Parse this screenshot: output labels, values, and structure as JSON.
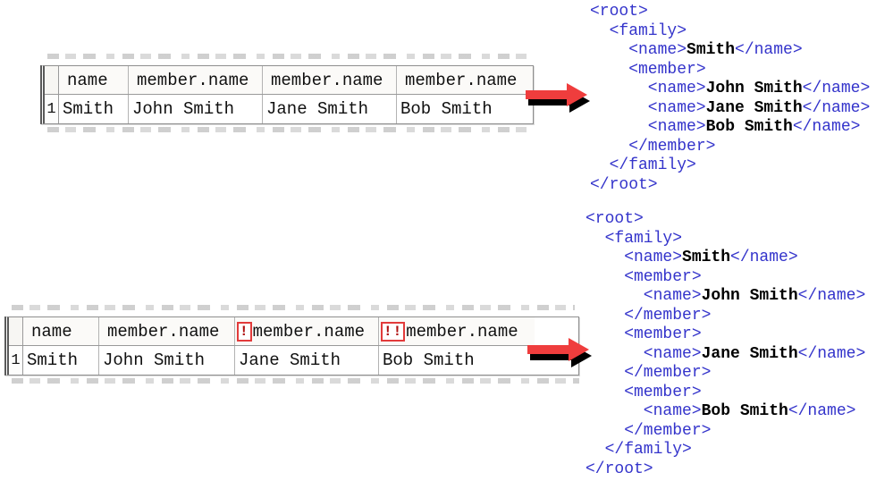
{
  "colors": {
    "xml_tag": "#3434cb",
    "xml_value": "#000000",
    "flag_border": "#e23b3b",
    "flag_text": "#b01111",
    "arrow_red": "#ef3d3d",
    "arrow_shadow": "#000000"
  },
  "icons": {
    "flag_single": "!",
    "flag_double": "!!"
  },
  "tables": {
    "top": {
      "row_number": "1",
      "columns": [
        {
          "label": "name",
          "flag": "",
          "width": 78
        },
        {
          "label": "member.name",
          "flag": "",
          "width": 150
        },
        {
          "label": "member.name",
          "flag": "",
          "width": 150
        },
        {
          "label": "member.name",
          "flag": "",
          "width": 152
        }
      ],
      "cells": [
        "Smith",
        "John Smith",
        "Jane Smith",
        "Bob Smith"
      ]
    },
    "bottom": {
      "row_number": "1",
      "columns": [
        {
          "label": "name",
          "flag": "",
          "width": 85
        },
        {
          "label": "member.name",
          "flag": "",
          "width": 152
        },
        {
          "label": "member.name",
          "flag": "!",
          "width": 161
        },
        {
          "label": "member.name",
          "flag": "!!",
          "width": 174
        }
      ],
      "cells": [
        "Smith",
        "John Smith",
        "Jane Smith",
        "Bob Smith"
      ]
    }
  },
  "xml": {
    "top": {
      "lines": [
        {
          "indent": 0,
          "parts": [
            {
              "type": "tag",
              "text": "<root>"
            }
          ]
        },
        {
          "indent": 1,
          "parts": [
            {
              "type": "tag",
              "text": "<family>"
            }
          ]
        },
        {
          "indent": 2,
          "parts": [
            {
              "type": "tag",
              "text": "<name>"
            },
            {
              "type": "value",
              "text": "Smith"
            },
            {
              "type": "tag",
              "text": "</name>"
            }
          ]
        },
        {
          "indent": 2,
          "parts": [
            {
              "type": "tag",
              "text": "<member>"
            }
          ]
        },
        {
          "indent": 3,
          "parts": [
            {
              "type": "tag",
              "text": "<name>"
            },
            {
              "type": "value",
              "text": "John Smith"
            },
            {
              "type": "tag",
              "text": "</name>"
            }
          ]
        },
        {
          "indent": 3,
          "parts": [
            {
              "type": "tag",
              "text": "<name>"
            },
            {
              "type": "value",
              "text": "Jane Smith"
            },
            {
              "type": "tag",
              "text": "</name>"
            }
          ]
        },
        {
          "indent": 3,
          "parts": [
            {
              "type": "tag",
              "text": "<name>"
            },
            {
              "type": "value",
              "text": "Bob Smith"
            },
            {
              "type": "tag",
              "text": "</name>"
            }
          ]
        },
        {
          "indent": 2,
          "parts": [
            {
              "type": "tag",
              "text": "</member>"
            }
          ]
        },
        {
          "indent": 1,
          "parts": [
            {
              "type": "tag",
              "text": "</family>"
            }
          ]
        },
        {
          "indent": 0,
          "parts": [
            {
              "type": "tag",
              "text": "</root>"
            }
          ]
        }
      ]
    },
    "bottom": {
      "lines": [
        {
          "indent": 0,
          "parts": [
            {
              "type": "tag",
              "text": "<root>"
            }
          ]
        },
        {
          "indent": 1,
          "parts": [
            {
              "type": "tag",
              "text": "<family>"
            }
          ]
        },
        {
          "indent": 2,
          "parts": [
            {
              "type": "tag",
              "text": "<name>"
            },
            {
              "type": "value",
              "text": "Smith"
            },
            {
              "type": "tag",
              "text": "</name>"
            }
          ]
        },
        {
          "indent": 2,
          "parts": [
            {
              "type": "tag",
              "text": "<member>"
            }
          ]
        },
        {
          "indent": 3,
          "parts": [
            {
              "type": "tag",
              "text": "<name>"
            },
            {
              "type": "value",
              "text": "John Smith"
            },
            {
              "type": "tag",
              "text": "</name>"
            }
          ]
        },
        {
          "indent": 2,
          "parts": [
            {
              "type": "tag",
              "text": "</member>"
            }
          ]
        },
        {
          "indent": 2,
          "parts": [
            {
              "type": "tag",
              "text": "<member>"
            }
          ]
        },
        {
          "indent": 3,
          "parts": [
            {
              "type": "tag",
              "text": "<name>"
            },
            {
              "type": "value",
              "text": "Jane Smith"
            },
            {
              "type": "tag",
              "text": "</name>"
            }
          ]
        },
        {
          "indent": 2,
          "parts": [
            {
              "type": "tag",
              "text": "</member>"
            }
          ]
        },
        {
          "indent": 2,
          "parts": [
            {
              "type": "tag",
              "text": "<member>"
            }
          ]
        },
        {
          "indent": 3,
          "parts": [
            {
              "type": "tag",
              "text": "<name>"
            },
            {
              "type": "value",
              "text": "Bob Smith"
            },
            {
              "type": "tag",
              "text": "</name>"
            }
          ]
        },
        {
          "indent": 2,
          "parts": [
            {
              "type": "tag",
              "text": "</member>"
            }
          ]
        },
        {
          "indent": 1,
          "parts": [
            {
              "type": "tag",
              "text": "</family>"
            }
          ]
        },
        {
          "indent": 0,
          "parts": [
            {
              "type": "tag",
              "text": "</root>"
            }
          ]
        }
      ]
    }
  }
}
